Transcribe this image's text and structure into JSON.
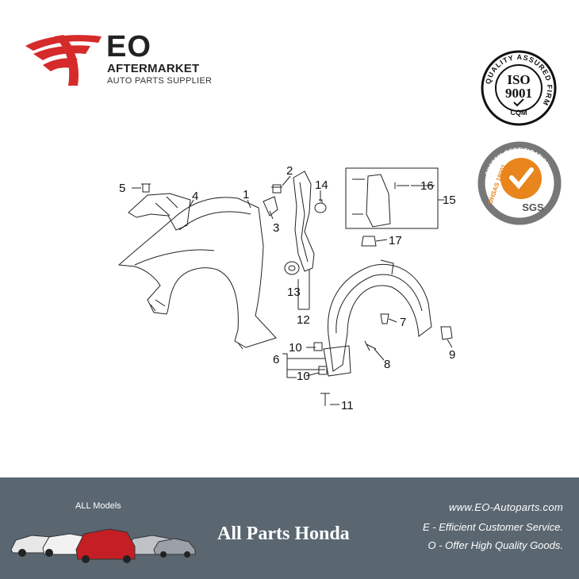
{
  "header": {
    "brand": "EO",
    "brand_sub": "AFTERMARKET",
    "tagline": "AUTO PARTS SUPPLIER",
    "brand_color": "#d62b2b"
  },
  "certifications": {
    "iso": {
      "ring_text": "QUALITY ASSURED FIRM",
      "line1": "ISO",
      "line2": "9001",
      "line3": "CQM"
    },
    "sgs": {
      "ring_text": "SYSTEM CERTIFICATION",
      "side_text": "OHSAS 18001",
      "mark": "SGS",
      "accent": "#e8851c"
    }
  },
  "diagram": {
    "callouts": {
      "c1": "1",
      "c2": "2",
      "c3": "3",
      "c4": "4",
      "c5": "5",
      "c6": "6",
      "c7": "7",
      "c8": "8",
      "c9": "9",
      "c10a": "10",
      "c10b": "10",
      "c11": "11",
      "c12": "12",
      "c13": "13",
      "c14": "14",
      "c15": "15",
      "c16": "16",
      "c17": "17"
    }
  },
  "footer": {
    "models_label": "ALL Models",
    "title": "All Parts Honda",
    "url": "www.EO-Autoparts.com",
    "line1": "E - Efficient Customer Service.",
    "line2": "O - Offer High Quality Goods.",
    "background": "#5a6771"
  }
}
